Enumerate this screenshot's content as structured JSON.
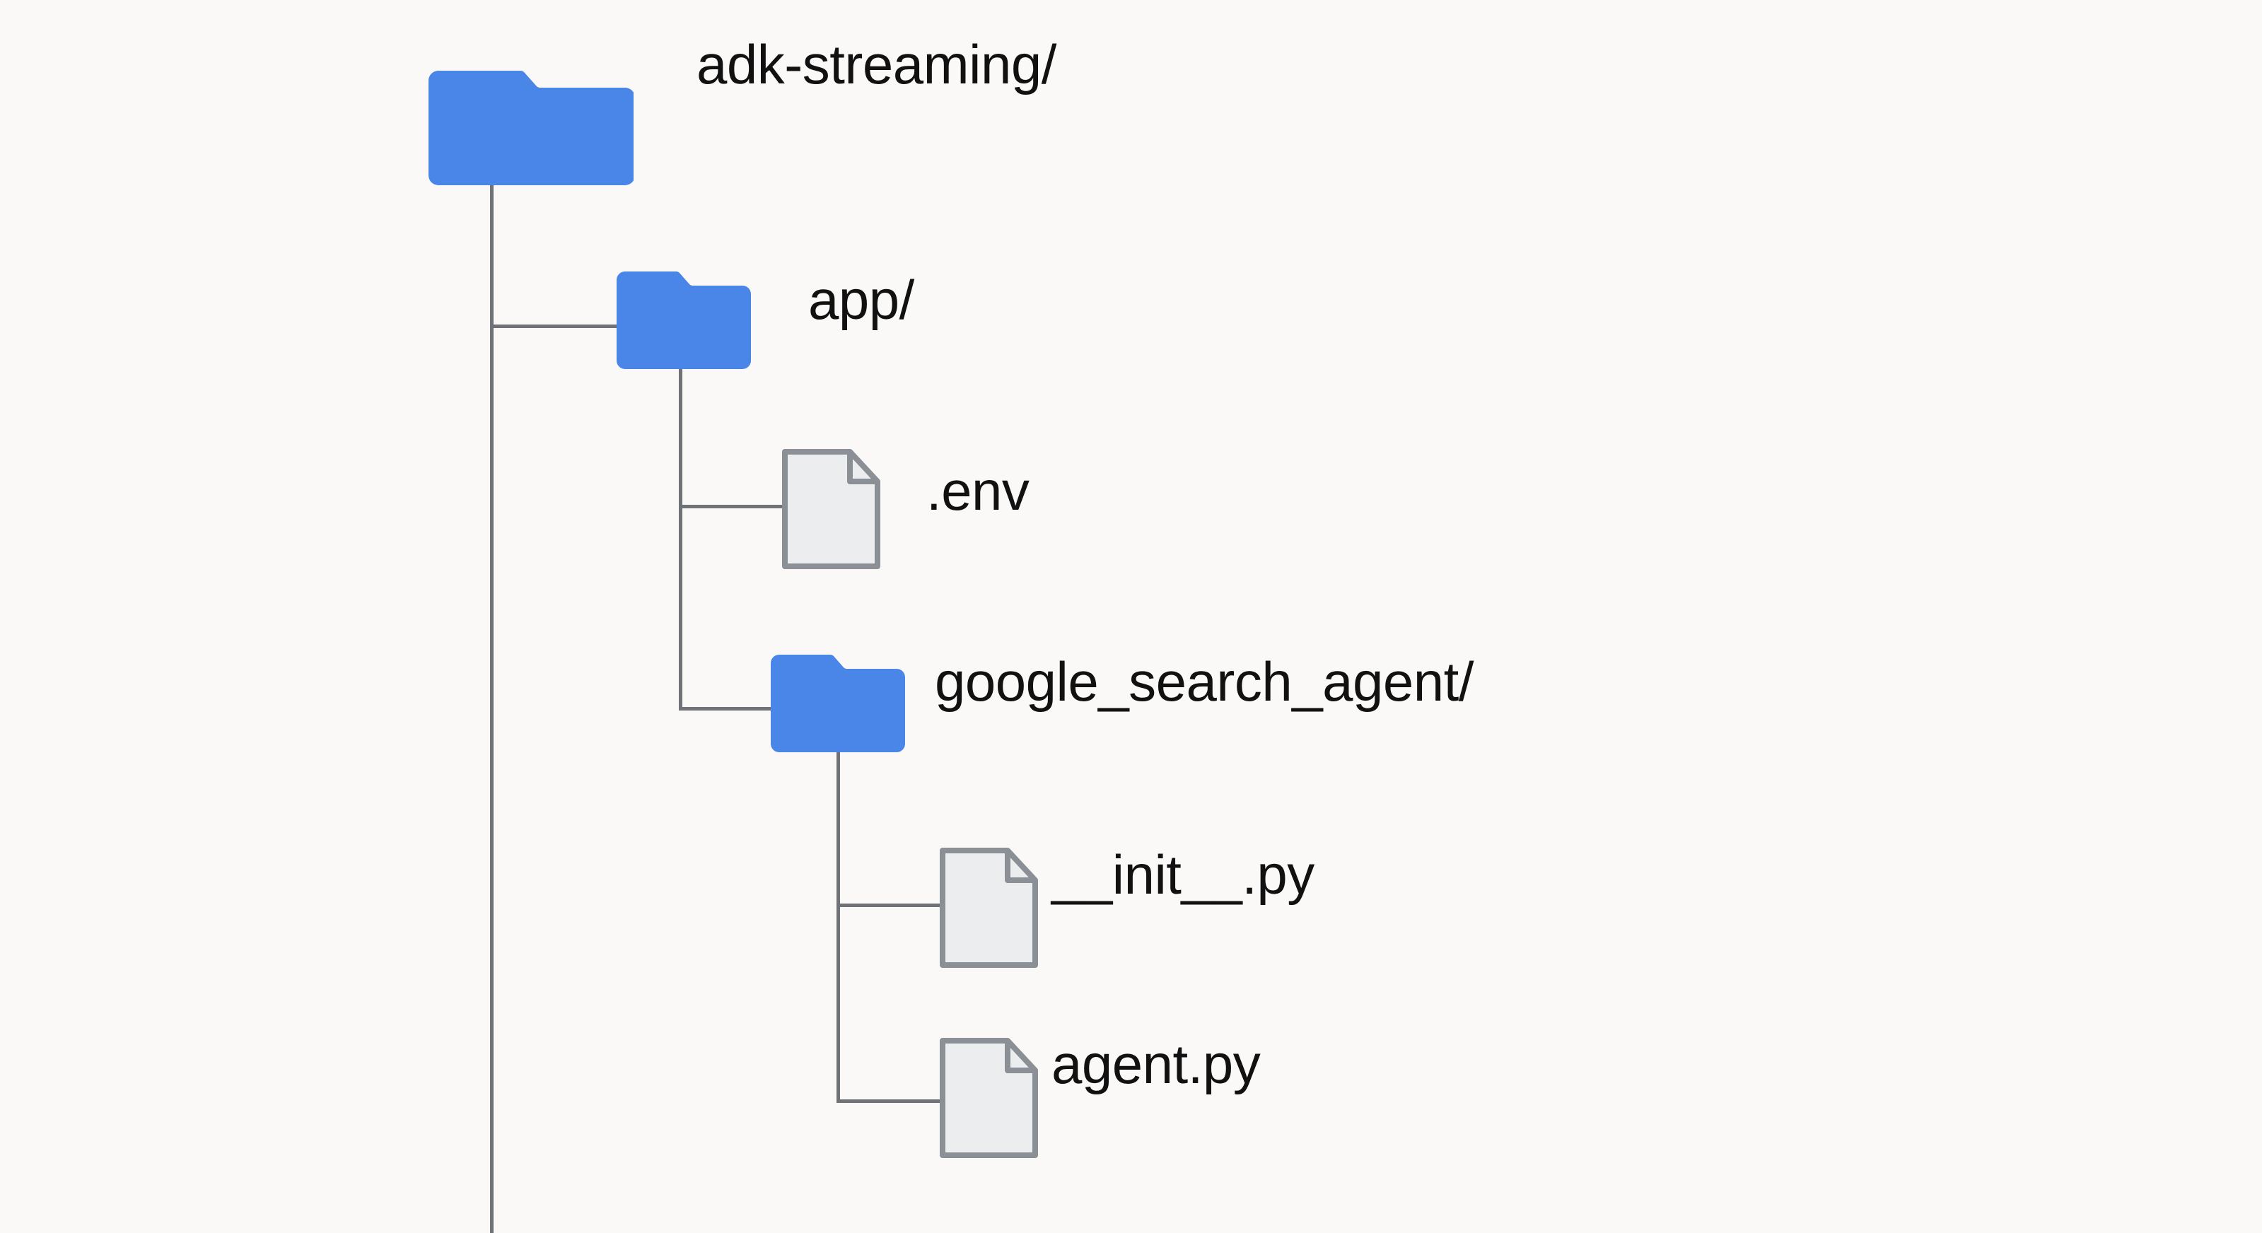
{
  "diagram": {
    "type": "directory-tree",
    "title": "adk-streaming project structure",
    "background_color": "#faf9f7",
    "folder_color": "#4a85e8",
    "file_fill_color": "#ecedee",
    "file_border_color": "#8b9096",
    "line_color": "#6f7377",
    "text_color": "#111111"
  },
  "tree": {
    "root": {
      "label": "adk-streaming/",
      "icon": "folder-icon",
      "depth": 0,
      "children": [
        {
          "label": "app/",
          "icon": "folder-icon",
          "depth": 1,
          "children": [
            {
              "label": ".env",
              "icon": "file-icon",
              "depth": 2,
              "children": []
            },
            {
              "label": "google_search_agent/",
              "icon": "folder-icon",
              "depth": 2,
              "children": [
                {
                  "label": "__init__.py",
                  "icon": "file-icon",
                  "depth": 3,
                  "children": []
                },
                {
                  "label": "agent.py",
                  "icon": "file-icon",
                  "depth": 3,
                  "children": []
                }
              ]
            }
          ]
        }
      ]
    }
  },
  "nodes": {
    "root": {
      "label": "adk-streaming/"
    },
    "app": {
      "label": "app/"
    },
    "env": {
      "label": ".env"
    },
    "google_search_agent": {
      "label": "google_search_agent/"
    },
    "init_py": {
      "label": "__init__.py"
    },
    "agent_py": {
      "label": "agent.py"
    }
  }
}
